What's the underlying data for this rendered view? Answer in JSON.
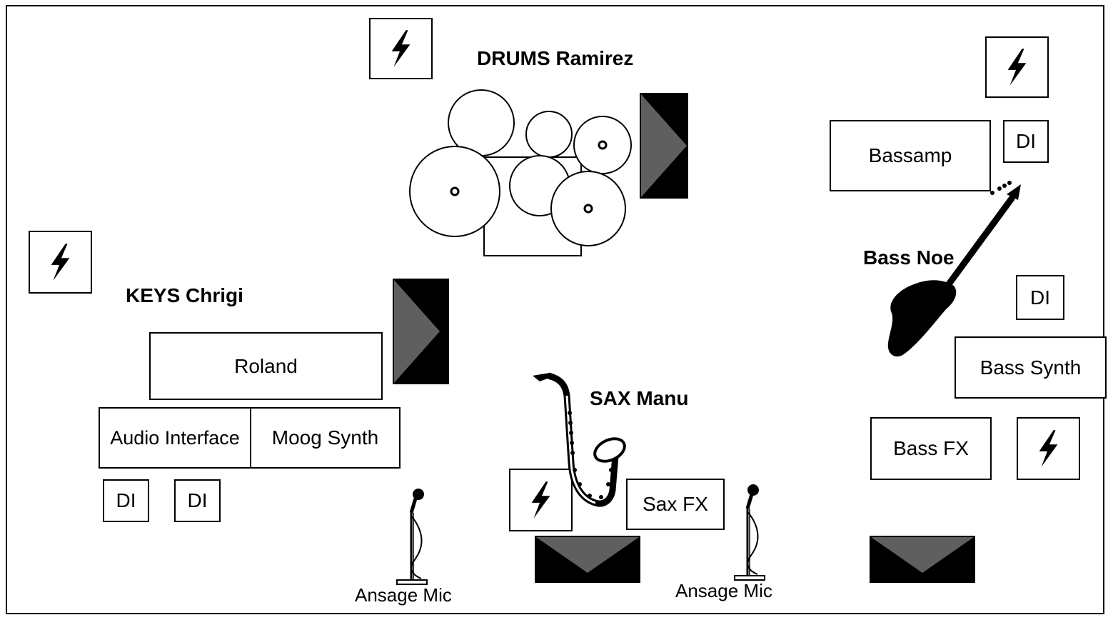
{
  "stage": {
    "drums": {
      "label": "DRUMS Ramirez"
    },
    "keys": {
      "label": "KEYS Chrigi",
      "roland": "Roland",
      "audio_interface": "Audio Interface",
      "moog_synth": "Moog Synth",
      "di_1": "DI",
      "di_2": "DI"
    },
    "sax": {
      "label": "SAX Manu",
      "sax_fx": "Sax FX"
    },
    "bass": {
      "label": "Bass Noe",
      "bassamp": "Bassamp",
      "di_amp": "DI",
      "di_synth": "DI",
      "bass_synth": "Bass Synth",
      "bass_fx": "Bass FX"
    },
    "mics": {
      "mic_left": "Ansage Mic",
      "mic_right": "Ansage Mic"
    }
  },
  "icons": {
    "power": "power-lightning-icon",
    "monitor": "monitor-wedge-icon",
    "drumkit": "drumkit-icon",
    "microphone": "microphone-stand-icon",
    "saxophone": "saxophone-icon",
    "bass_guitar": "bass-guitar-icon"
  },
  "colors": {
    "wedge_dark": "#000000",
    "wedge_grey": "#5f5f5f"
  }
}
